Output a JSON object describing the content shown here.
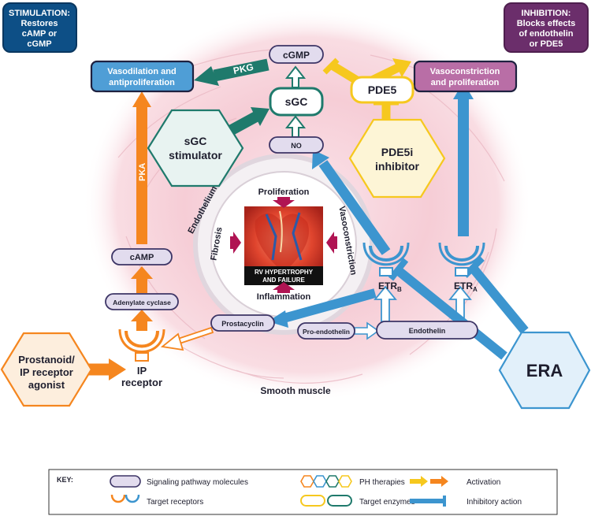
{
  "callouts": {
    "stimulation": [
      "STIMULATION:",
      "Restores",
      "cAMP or",
      "cGMP"
    ],
    "inhibition": [
      "INHIBITION:",
      "Blocks effects",
      "of endothelin",
      "or PDE5"
    ]
  },
  "outcomes": {
    "vasodilation": [
      "Vasodilation and",
      "antiproliferation"
    ],
    "vasoconstriction": [
      "Vasoconstriction",
      "and proliferation"
    ]
  },
  "molecules": {
    "cgmp": "cGMP",
    "no": "NO",
    "camp": "cAMP",
    "adenylate_cyclase": "Adenylate cyclase",
    "prostacyclin": "Prostacyclin",
    "pro_endothelin": "Pro-endothelin",
    "endothelin": "Endothelin"
  },
  "enzymes": {
    "sgc": "sGC",
    "pde5": "PDE5"
  },
  "therapies": {
    "sgc_stimulator": [
      "sGC",
      "stimulator"
    ],
    "pde5i": [
      "PDE5i",
      "inhibitor"
    ],
    "prostanoid": [
      "Prostanoid/",
      "IP receptor",
      "agonist"
    ],
    "era": "ERA"
  },
  "receptors": {
    "etrb_main": "ETR",
    "etrb_sub": "B",
    "etra_main": "ETR",
    "etra_sub": "A",
    "ip": [
      "IP",
      "receptor"
    ]
  },
  "arrow_labels": {
    "pkg": "PKG",
    "pka": "PKA"
  },
  "center": {
    "endothelium": "Endothelium",
    "proliferation": "Proliferation",
    "fibrosis": "Fibrosis",
    "vasoconstriction": "Vasoconstriction",
    "inflammation": "Inflammation",
    "heart_caption": [
      "RV HYPERTROPHY",
      "AND FAILURE"
    ]
  },
  "smooth_muscle": "Smooth muscle",
  "key": {
    "title": "KEY:",
    "signaling": "Signaling pathway molecules",
    "receptors": "Target receptors",
    "therapies": "PH therapies",
    "enzymes": "Target enzymes",
    "activation": "Activation",
    "inhibitory": "Inhibitory action"
  },
  "colors": {
    "molecule_fill": "#e2dcee",
    "molecule_stroke": "#3d3566",
    "teal": "#1f7a6c",
    "blue": "#3c95cf",
    "orange": "#f5861f",
    "yellow": "#f6c81e",
    "purple": "#6b2e6b",
    "navy": "#0d4f86",
    "vaso_blue": "#4f9ed6",
    "vaso_purple": "#b96ea6"
  }
}
